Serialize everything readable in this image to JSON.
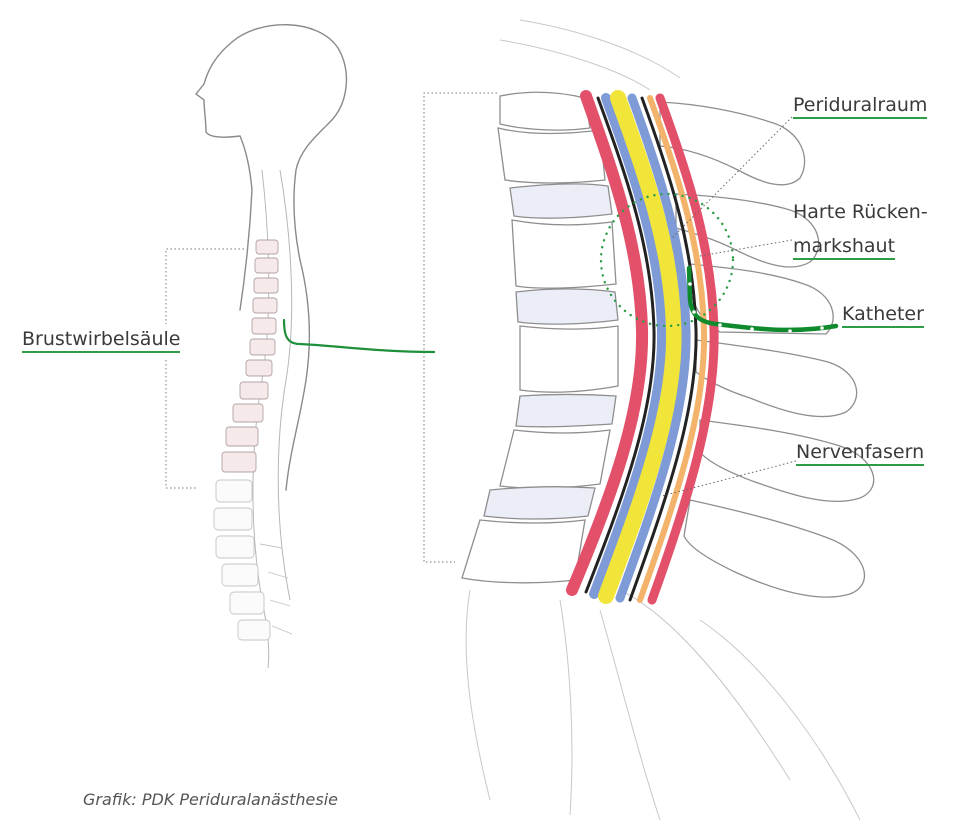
{
  "labels": {
    "brustwirbelsaeule": "Brustwirbelsäule",
    "periduralraum": "Periduralraum",
    "harte_line1": "Harte Rücken-",
    "harte_line2": "markshaut",
    "katheter": "Katheter",
    "nervenfasern": "Nervenfasern"
  },
  "caption": "Grafik: PDK Periduralanästhesie",
  "colors": {
    "accent_green": "#2e9d47",
    "catheter_green": "#0f8a2c",
    "sketch_gray": "#9a9a9a",
    "nerve_yellow": "#f2e53a",
    "nerve_blue": "#7e9bd8",
    "nerve_red": "#e3506a",
    "nerve_black": "#222222",
    "nerve_orange": "#f3b36a"
  }
}
